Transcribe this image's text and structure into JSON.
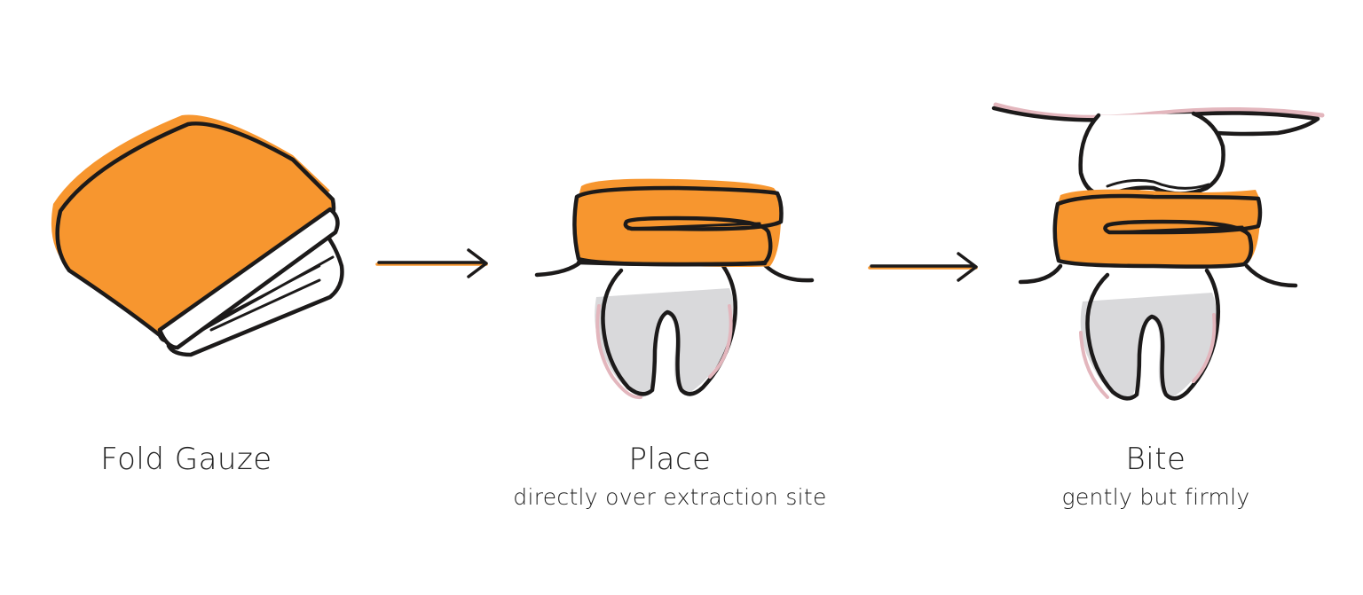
{
  "colors": {
    "gauze": "#F7962F",
    "outline": "#1c1a1a",
    "tooth": "#d9d9db",
    "gum_pink": "#e3b6bd",
    "paper": "#ffffff"
  },
  "steps": [
    {
      "title": "Fold Gauze",
      "subtitle": ""
    },
    {
      "title": "Place",
      "subtitle": "directly over extraction site"
    },
    {
      "title": "Bite",
      "subtitle": "gently but firmly"
    }
  ],
  "icons": [
    "folded-gauze-icon",
    "arrow-right-icon",
    "gauze-on-tooth-icon",
    "arrow-right-icon",
    "biting-tooth-icon"
  ]
}
